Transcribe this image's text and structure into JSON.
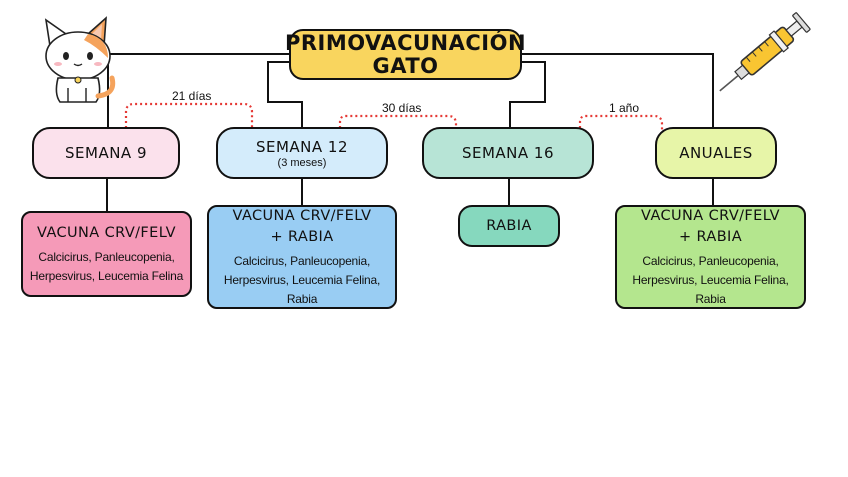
{
  "title": {
    "line1": "PRIMOVACUNACIÓN",
    "line2": "GATO"
  },
  "weeks": [
    {
      "label": "SEMANA 9",
      "sub": ""
    },
    {
      "label": "SEMANA 12",
      "sub": "(3 meses)"
    },
    {
      "label": "SEMANA 16",
      "sub": ""
    },
    {
      "label": "ANUALES",
      "sub": ""
    }
  ],
  "vaccines": [
    {
      "line1": "VACUNA CRV/FELV",
      "line2": "",
      "details1": "Calcicirus, Panleucopenia,",
      "details2": "Herpesvirus, Leucemia Felina"
    },
    {
      "line1": "VACUNA CRV/FELV",
      "line2": "+ RABIA",
      "details1": "Calcicirus, Panleucopenia,",
      "details2": "Herpesvirus, Leucemia Felina, Rabia"
    },
    {
      "line1": "RABIA",
      "line2": "",
      "details1": "",
      "details2": ""
    },
    {
      "line1": "VACUNA CRV/FELV",
      "line2": "+ RABIA",
      "details1": "Calcicirus, Panleucopenia,",
      "details2": "Herpesvirus, Leucemia Felina, Rabia"
    }
  ],
  "intervals": [
    "21 días",
    "30 días",
    "1 año"
  ],
  "colors": {
    "title": "#f9d55e",
    "week9": "#fbe1ec",
    "vac9": "#f59ab8",
    "week12": "#d4ecfb",
    "vac12": "#99cdf3",
    "week16": "#b7e4d6",
    "vac16": "#86d8be",
    "anuales": "#e7f5a8",
    "vacAnual": "#b4e68e",
    "arrow": "#e53935"
  },
  "icons": [
    "cat-icon",
    "syringe-icon"
  ]
}
